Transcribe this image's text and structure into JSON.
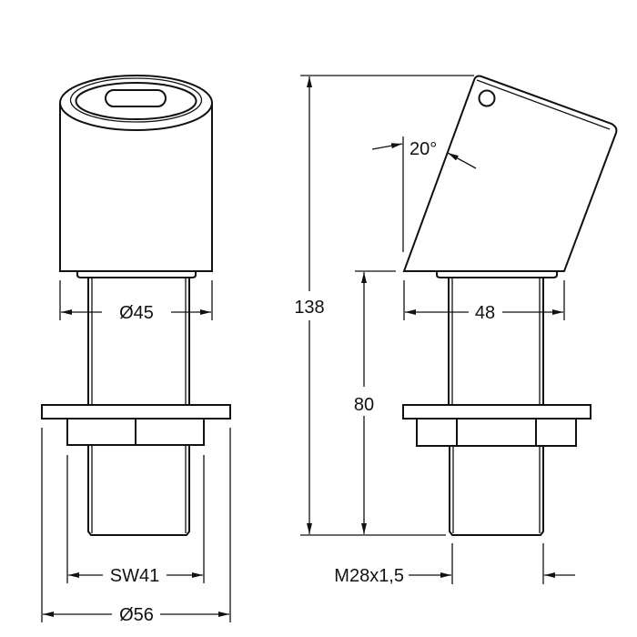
{
  "drawing": {
    "dimensions": {
      "d45": "Ø45",
      "sw41": "SW41",
      "d56": "Ø56",
      "h138": "138",
      "h80": "80",
      "w48": "48",
      "thread": "M28x1,5",
      "angle": "20°"
    }
  }
}
